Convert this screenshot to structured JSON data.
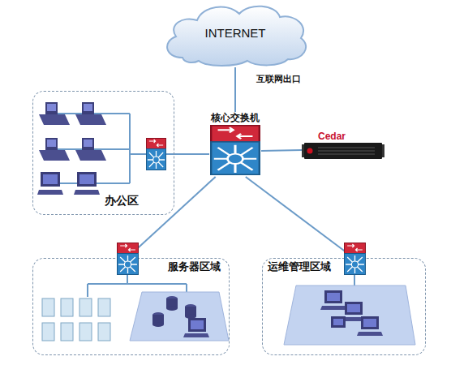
{
  "diagram": {
    "nodes": [
      {
        "text": [
          "INTERNET"
        ]
      },
      {
        "text": [
          "核心交换机"
        ]
      },
      {
        "text": [
          "Cedar"
        ]
      },
      {
        "text": [
          "办公区"
        ]
      },
      {
        "text": [
          "服务器区域"
        ]
      },
      {
        "text": [
          "运维管理区域"
        ]
      }
    ],
    "edges": [
      {
        "from": 0,
        "to": 1,
        "label": "互联网出口",
        "arrow": "none"
      },
      {
        "from": 1,
        "to": 3,
        "arrow": "none"
      },
      {
        "from": 1,
        "to": 2,
        "arrow": "none"
      },
      {
        "from": 1,
        "to": 4,
        "arrow": "none"
      },
      {
        "from": 1,
        "to": 5,
        "arrow": "none"
      }
    ]
  }
}
